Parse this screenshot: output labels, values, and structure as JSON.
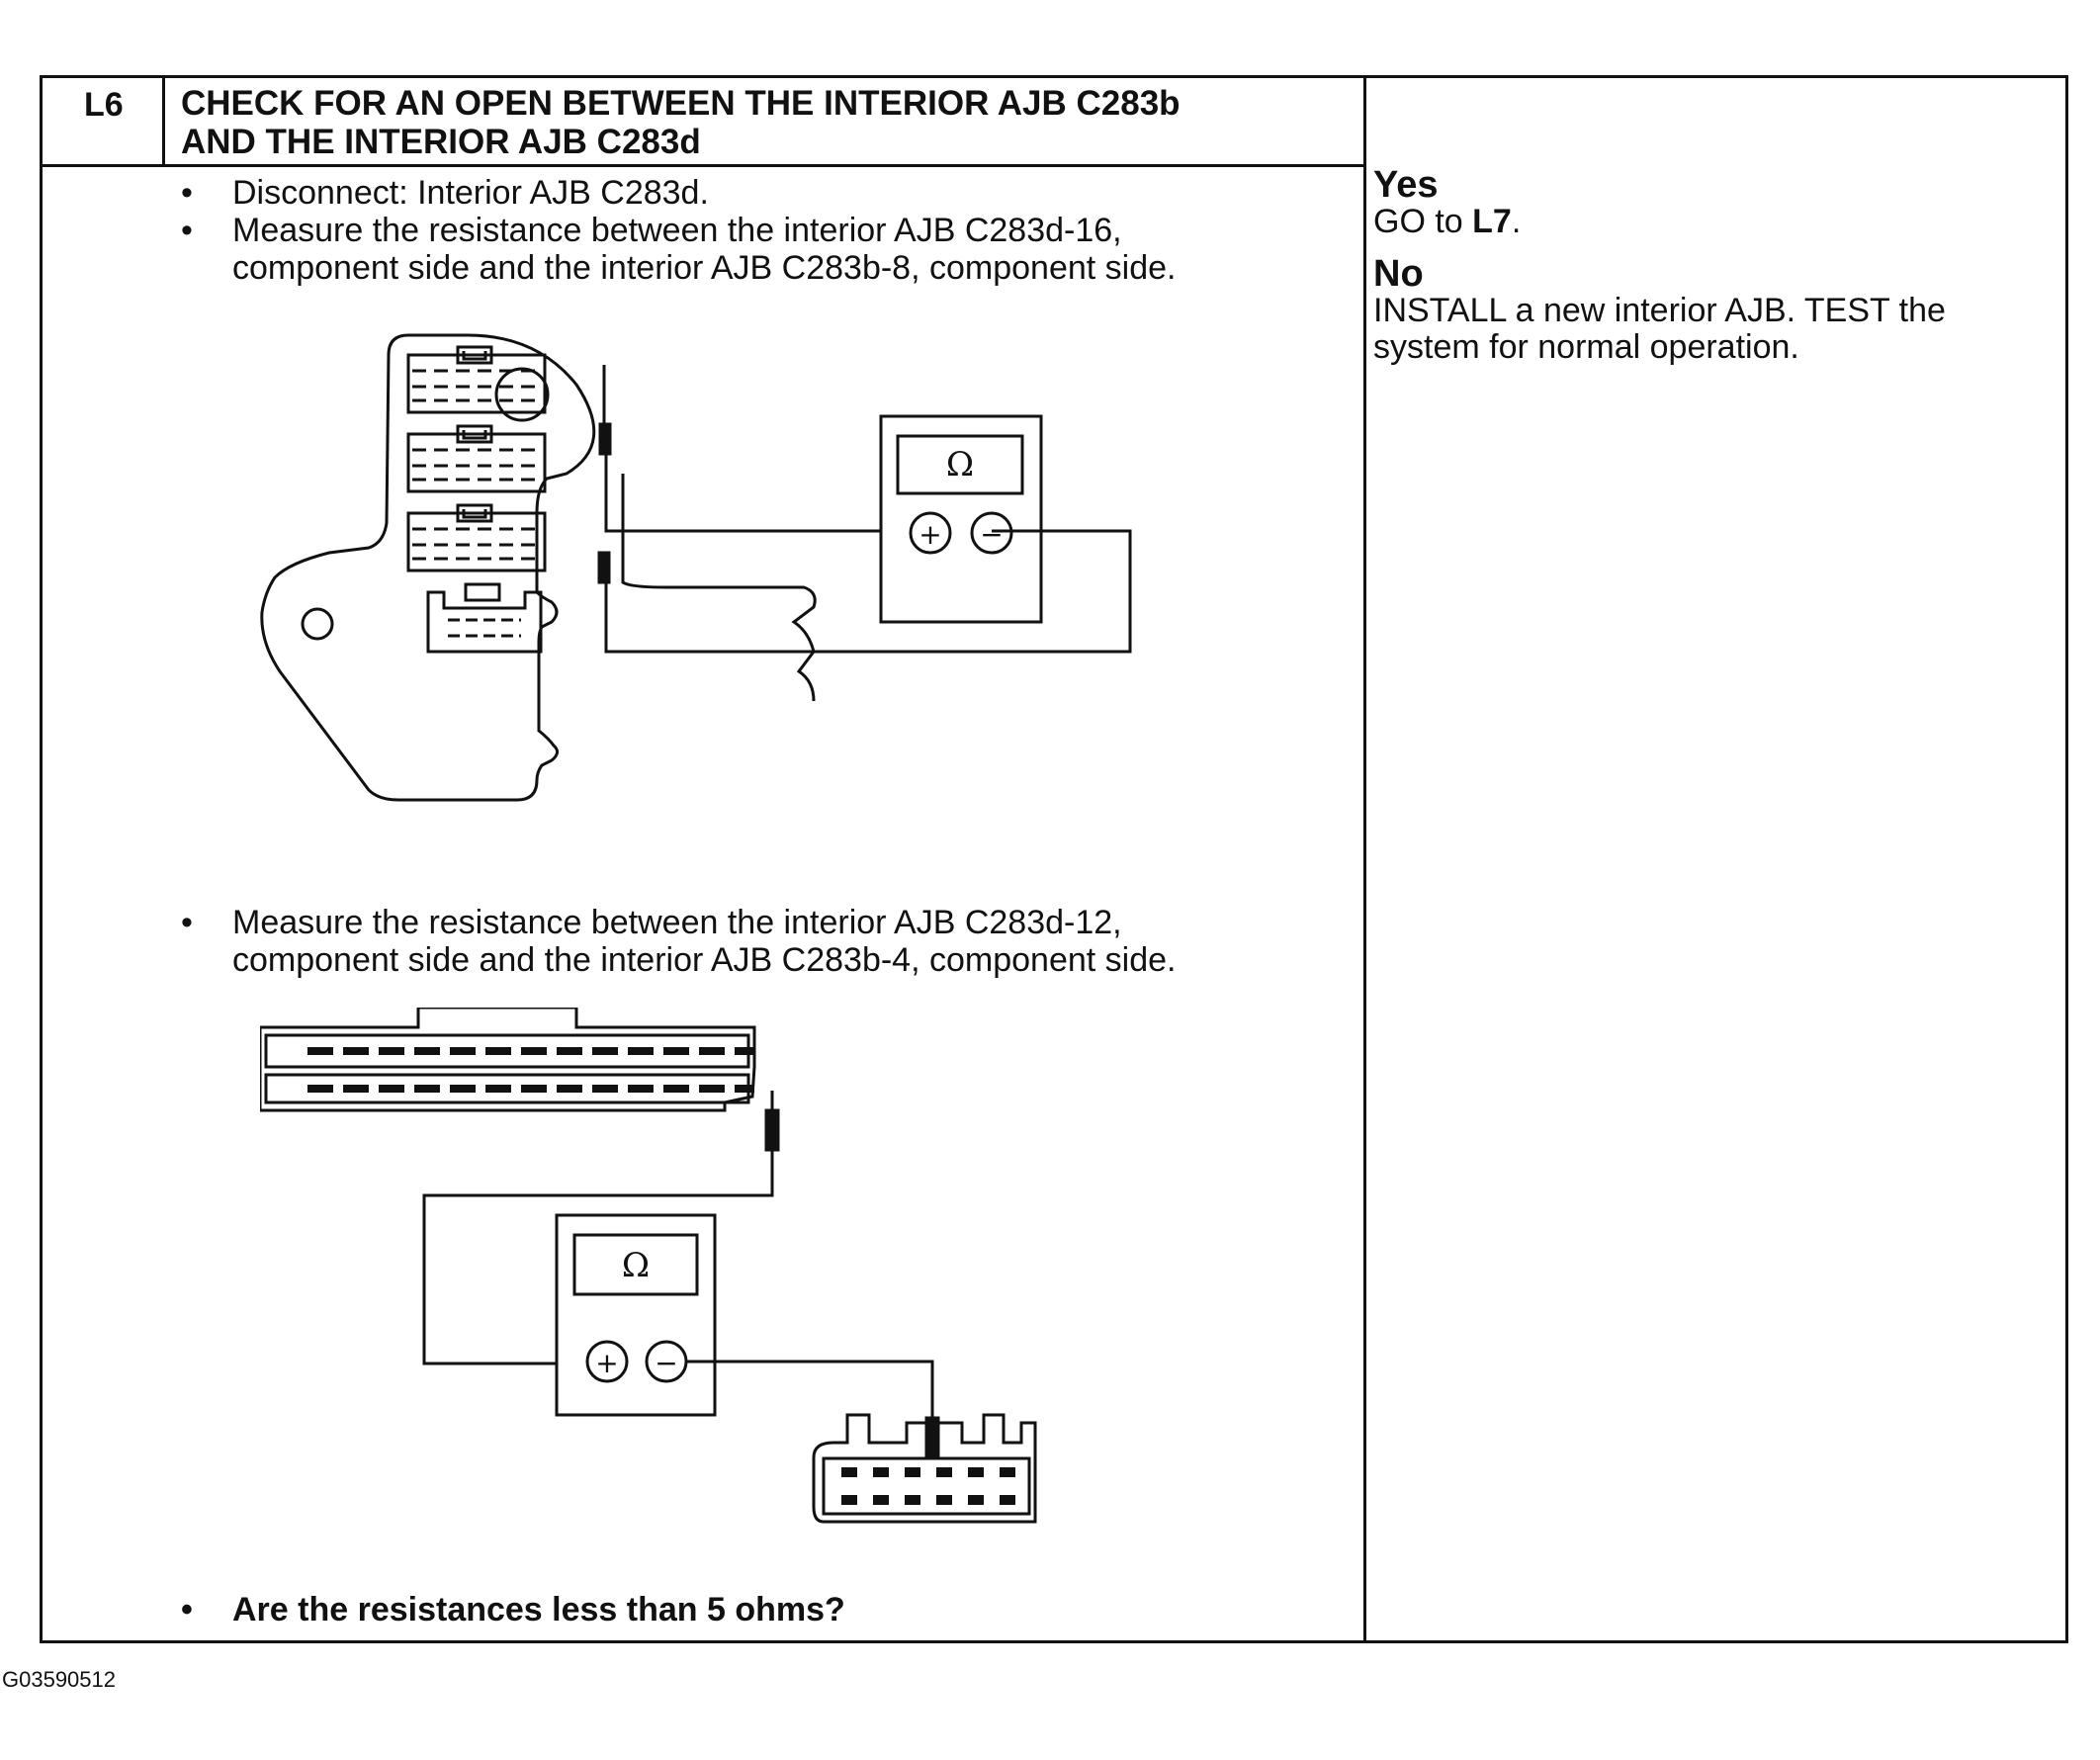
{
  "step": {
    "id": "L6",
    "title_line1": "CHECK FOR AN OPEN BETWEEN THE INTERIOR AJB C283b",
    "title_line2": "AND THE INTERIOR AJB C283d"
  },
  "actions": {
    "bullet": "•",
    "disconnect": "Disconnect: Interior AJB C283d.",
    "measure1_line1": "Measure the resistance between the interior AJB C283d-16,",
    "measure1_line2": "component side and the interior AJB C283b-8, component side.",
    "measure2_line1": "Measure the resistance between the interior AJB C283d-12,",
    "measure2_line2": "component side and the interior AJB C283b-4, component side.",
    "question": "Are the resistances less than 5 ohms?"
  },
  "meter": {
    "symbol": "Ω",
    "plus": "+",
    "minus": "−"
  },
  "results": {
    "yes_label": "Yes",
    "yes_text_prefix": "GO to ",
    "yes_target": "L7",
    "yes_text_suffix": ".",
    "no_label": "No",
    "no_text_line1": "INSTALL a new interior AJB. TEST the",
    "no_text_line2": "system for normal operation."
  },
  "figure_code": "G03590512"
}
